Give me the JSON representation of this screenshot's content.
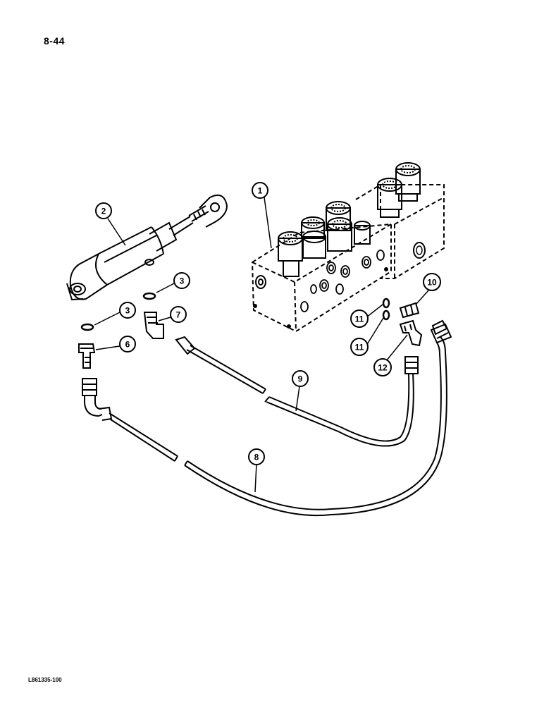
{
  "page": {
    "number": "8-44",
    "ref_code": "L861335-100"
  },
  "callouts": [
    {
      "id": "callout-1",
      "label": "1"
    },
    {
      "id": "callout-2",
      "label": "2"
    },
    {
      "id": "callout-3a",
      "label": "3"
    },
    {
      "id": "callout-3b",
      "label": "3"
    },
    {
      "id": "callout-6",
      "label": "6"
    },
    {
      "id": "callout-7",
      "label": "7"
    },
    {
      "id": "callout-8",
      "label": "8"
    },
    {
      "id": "callout-9",
      "label": "9"
    },
    {
      "id": "callout-10",
      "label": "10"
    },
    {
      "id": "callout-11a",
      "label": "11"
    },
    {
      "id": "callout-11b",
      "label": "11"
    },
    {
      "id": "callout-12",
      "label": "12"
    }
  ]
}
